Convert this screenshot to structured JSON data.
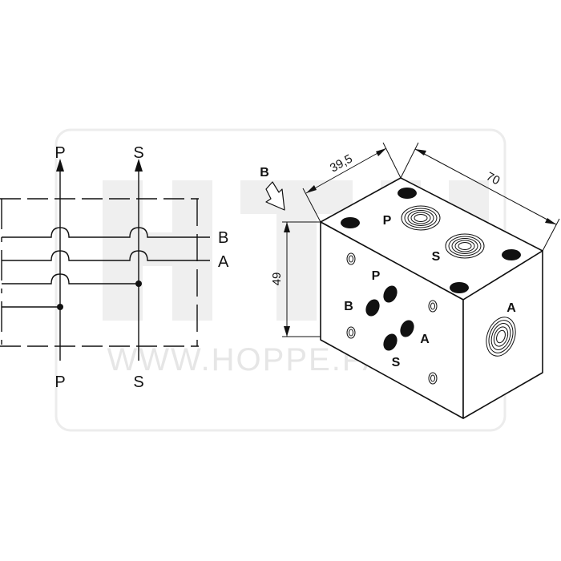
{
  "watermark": {
    "brand": "HTH",
    "url": "WWW.HOPPE.PARTS"
  },
  "schematic": {
    "top_labels": [
      "P",
      "S"
    ],
    "bottom_labels": [
      "P",
      "S"
    ],
    "right_labels": [
      "B",
      "A"
    ]
  },
  "block": {
    "view_arrow_label": "B",
    "dim_width": "39,5",
    "dim_length": "70",
    "dim_height": "49",
    "top_ports": [
      "P",
      "S"
    ],
    "front_ports": [
      "P",
      "B",
      "A",
      "S"
    ],
    "side_port": "A"
  },
  "colors": {
    "ink": "#111111",
    "watermark": "#e6e6e6"
  }
}
